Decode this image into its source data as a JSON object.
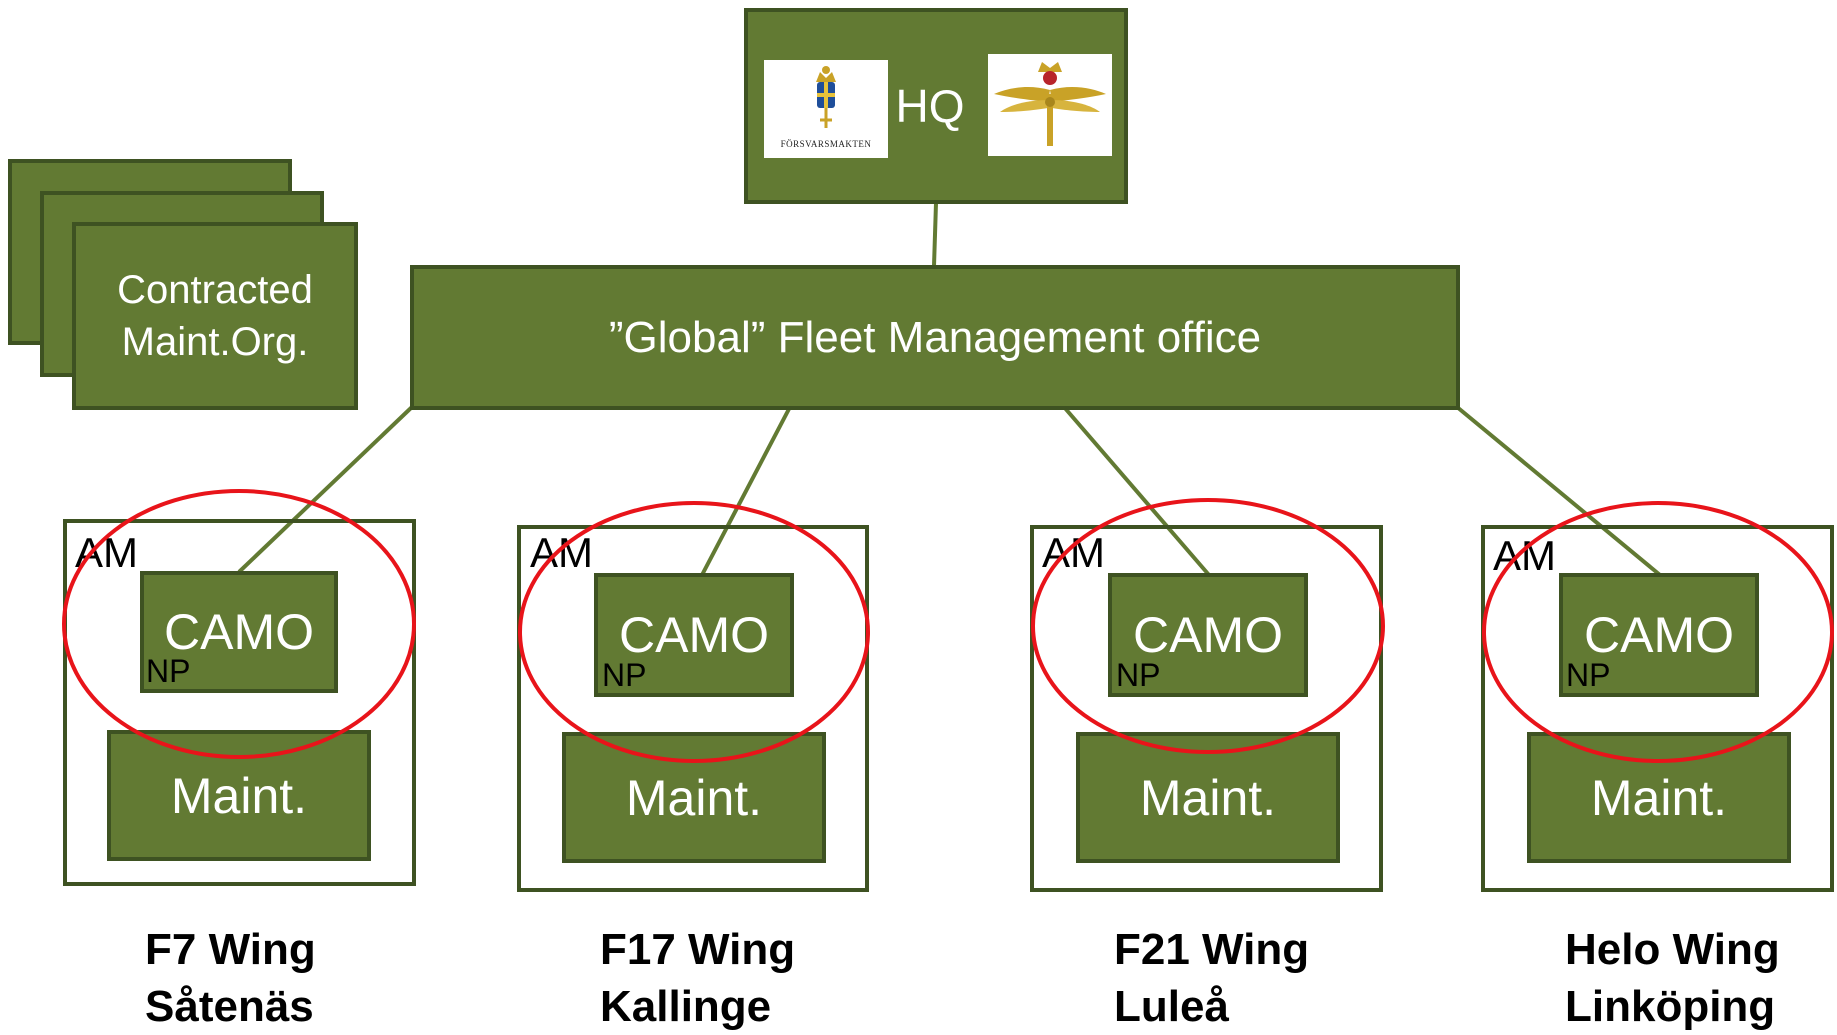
{
  "hq": {
    "label": "HQ",
    "logo_left_text": "FÖRSVARSMAKTEN"
  },
  "fleet_office": {
    "label": "”Global” Fleet Management office"
  },
  "contracted": {
    "line1": "Contracted",
    "line2": "Maint.Org."
  },
  "wings": [
    {
      "am": "AM",
      "camo": "CAMO",
      "np": "NP",
      "maint": "Maint.",
      "name_line1": "F7 Wing",
      "name_line2": "Såtenäs"
    },
    {
      "am": "AM",
      "camo": "CAMO",
      "np": "NP",
      "maint": "Maint.",
      "name_line1": "F17 Wing",
      "name_line2": "Kallinge"
    },
    {
      "am": "AM",
      "camo": "CAMO",
      "np": "NP",
      "maint": "Maint.",
      "name_line1": "F21 Wing",
      "name_line2": "Luleå"
    },
    {
      "am": "AM",
      "camo": "CAMO",
      "np": "NP",
      "maint": "Maint.",
      "name_line1": "Helo Wing",
      "name_line2": "Linköping"
    }
  ],
  "colors": {
    "box_fill": "#627A33",
    "box_border": "#3E5222",
    "highlight_ellipse": "#E8141A"
  }
}
